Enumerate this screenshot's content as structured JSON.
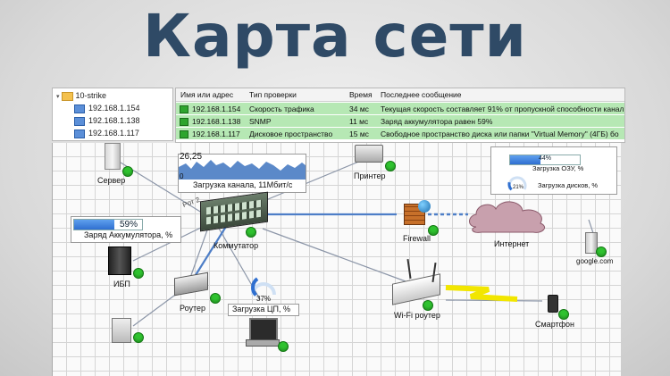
{
  "title": "Карта сети",
  "tree": {
    "root": "10-strike",
    "items": [
      "192.168.1.154",
      "192.168.1.138",
      "192.168.1.117"
    ]
  },
  "monitor": {
    "headers": [
      "Имя или адрес",
      "Тип проверки",
      "Время",
      "Последнее сообщение"
    ],
    "rows": [
      {
        "addr": "192.168.1.154",
        "type": "Скорость трафика",
        "time": "34 мс",
        "msg": "Текущая скорость составляет 91% от пропускной способности канала"
      },
      {
        "addr": "192.168.1.138",
        "type": "SNMP",
        "time": "11 мс",
        "msg": "Заряд аккумулятора равен 59%"
      },
      {
        "addr": "192.168.1.117",
        "type": "Дисковое пространство",
        "time": "15 мс",
        "msg": "Свободное пространство диска или папки \"Virtual Memory\" (4ГБ) бо"
      }
    ]
  },
  "map": {
    "devices": {
      "server": "Сервер",
      "printer": "Принтер",
      "switch": "Коммутатор",
      "firewall": "Firewall",
      "internet": "Интернет",
      "google": "google.com",
      "ups": "ИБП",
      "router": "Роутер",
      "wifi": "Wi-Fi роутер",
      "phone": "Смартфон",
      "port": "Pот 2"
    },
    "traffic": {
      "value": "26,25",
      "zero": "0",
      "label": "Загрузка канала, 11Мбит/с"
    },
    "battery": {
      "percent": 59,
      "percent_text": "59%",
      "label": "Заряд Аккумулятора, %"
    },
    "cpu": {
      "percent": 37,
      "percent_text": "37%",
      "label": "Загрузка ЦП, %"
    },
    "ram": {
      "percent": 44,
      "percent_text": "44%",
      "label": "Загрузка ОЗУ, %"
    },
    "disk": {
      "percent": 21,
      "percent_text": "21%",
      "label": "Загрузка дисков, %"
    }
  },
  "colors": {
    "title": "#2f4a66",
    "status_ok": "#2fc22f",
    "row_ok": "#b6e8b4",
    "bar_fill": "#2f6fd0",
    "wifi_link": "#f2e600"
  }
}
